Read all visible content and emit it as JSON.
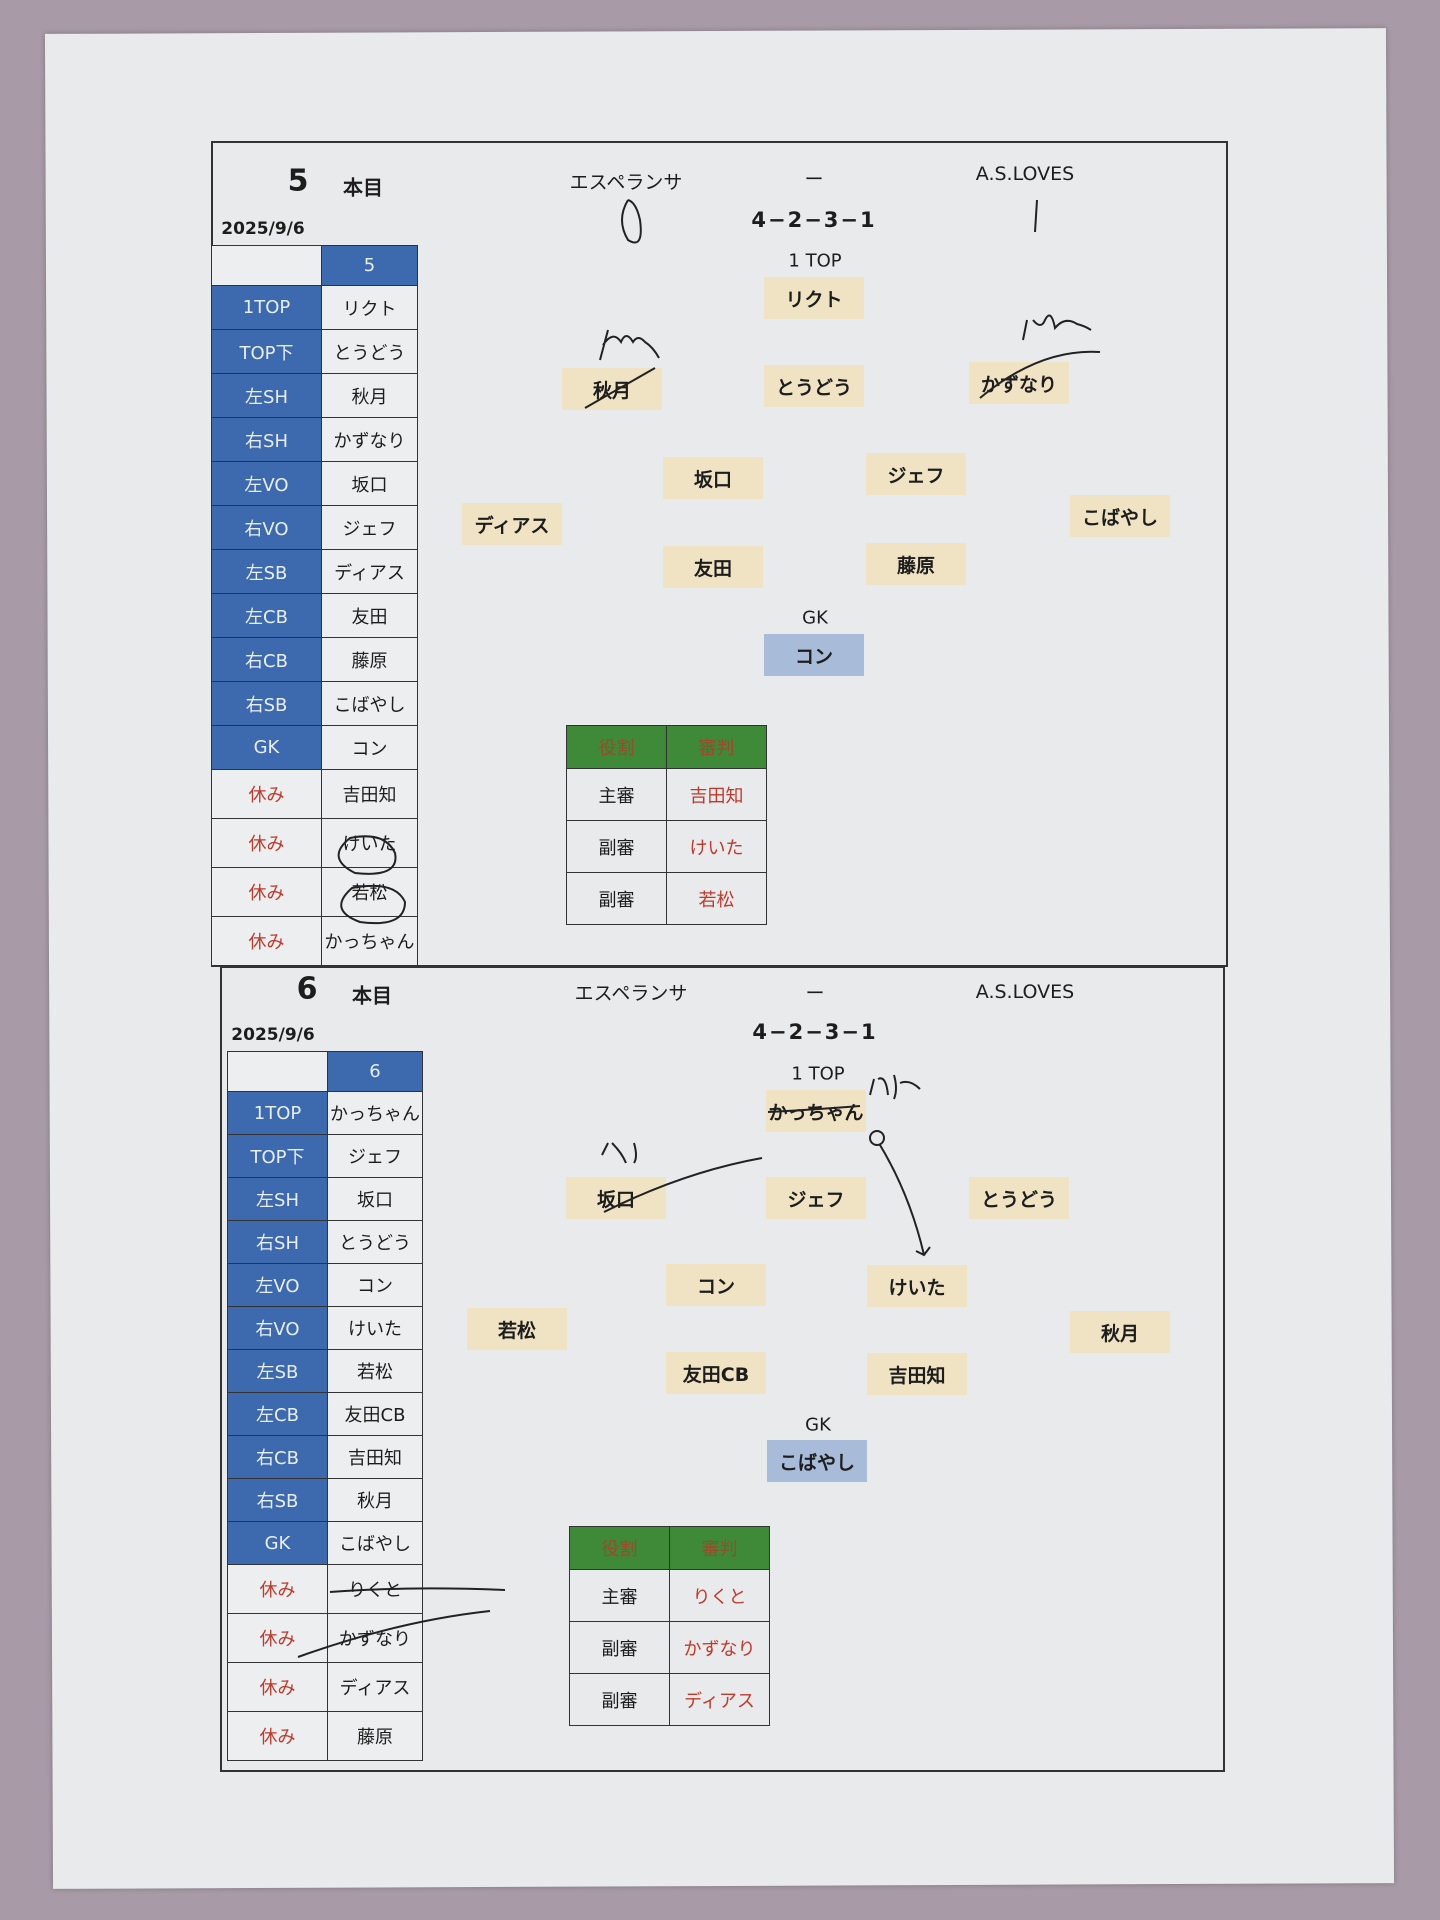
{
  "sections": [
    {
      "game_no": "5",
      "game_unit": "本目",
      "date": "2025/9/6",
      "home": "エスペランサ",
      "dash": "ー",
      "away": "A.S.LOVES",
      "formation": "4−2−3−1",
      "top_label": "1 TOP",
      "gk_label": "GK",
      "table_header": "5",
      "lineup": [
        {
          "pos": "1TOP",
          "name": "リクト"
        },
        {
          "pos": "TOP下",
          "name": "とうどう"
        },
        {
          "pos": "左SH",
          "name": "秋月"
        },
        {
          "pos": "右SH",
          "name": "かずなり"
        },
        {
          "pos": "左VO",
          "name": "坂口"
        },
        {
          "pos": "右VO",
          "name": "ジェフ"
        },
        {
          "pos": "左SB",
          "name": "ディアス"
        },
        {
          "pos": "左CB",
          "name": "友田"
        },
        {
          "pos": "右CB",
          "name": "藤原"
        },
        {
          "pos": "右SB",
          "name": "こばやし"
        },
        {
          "pos": "GK",
          "name": "コン"
        }
      ],
      "rest": [
        {
          "label": "休み",
          "name": "吉田知"
        },
        {
          "label": "休み",
          "name": "けいた"
        },
        {
          "label": "休み",
          "name": "若松"
        },
        {
          "label": "休み",
          "name": "かっちゃん"
        }
      ],
      "referee": {
        "headers": [
          "役割",
          "審判"
        ],
        "rows": [
          {
            "role": "主審",
            "name": "吉田知"
          },
          {
            "role": "副審",
            "name": "けいた"
          },
          {
            "role": "副審",
            "name": "若松"
          }
        ]
      }
    },
    {
      "game_no": "6",
      "game_unit": "本目",
      "date": "2025/9/6",
      "home": "エスペランサ",
      "dash": "ー",
      "away": "A.S.LOVES",
      "formation": "4−2−3−1",
      "top_label": "1 TOP",
      "gk_label": "GK",
      "table_header": "6",
      "lineup": [
        {
          "pos": "1TOP",
          "name": "かっちゃん"
        },
        {
          "pos": "TOP下",
          "name": "ジェフ"
        },
        {
          "pos": "左SH",
          "name": "坂口"
        },
        {
          "pos": "右SH",
          "name": "とうどう"
        },
        {
          "pos": "左VO",
          "name": "コン"
        },
        {
          "pos": "右VO",
          "name": "けいた"
        },
        {
          "pos": "左SB",
          "name": "若松"
        },
        {
          "pos": "左CB",
          "name": "友田CB"
        },
        {
          "pos": "右CB",
          "name": "吉田知"
        },
        {
          "pos": "右SB",
          "name": "秋月"
        },
        {
          "pos": "GK",
          "name": "こばやし"
        }
      ],
      "rest": [
        {
          "label": "休み",
          "name": "りくと"
        },
        {
          "label": "休み",
          "name": "かずなり"
        },
        {
          "label": "休み",
          "name": "ディアス"
        },
        {
          "label": "休み",
          "name": "藤原"
        }
      ],
      "referee": {
        "headers": [
          "役割",
          "審判"
        ],
        "rows": [
          {
            "role": "主審",
            "name": "りくと"
          },
          {
            "role": "副審",
            "name": "かずなり"
          },
          {
            "role": "副審",
            "name": "ディアス"
          }
        ]
      }
    }
  ],
  "colors": {
    "position_cell": "#3d69ae",
    "card": "#efe3c3",
    "gk_card": "#a8bbd8",
    "referee_header": "#3e8a38",
    "rest_text": "#c0392b"
  }
}
